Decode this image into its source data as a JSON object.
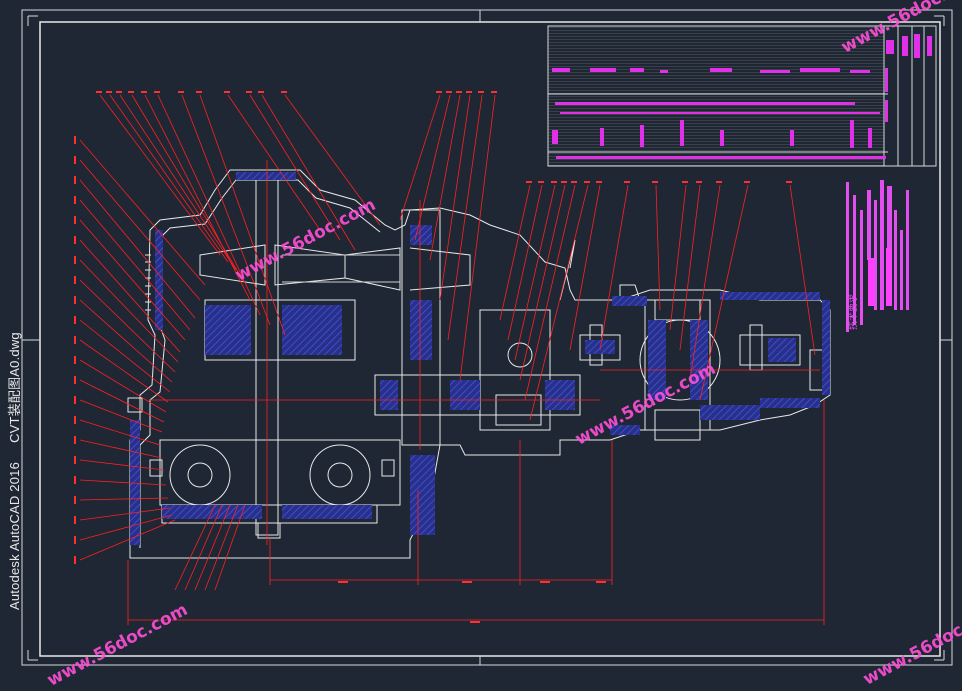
{
  "caption": {
    "app_name": "Autodesk AutoCAD 2016",
    "file_name": "CVT装配图A0.dwg"
  },
  "watermark": {
    "text": "www.56doc.com"
  },
  "tech_requirements": {
    "title": "技术要求"
  },
  "colors": {
    "background": "#1e2733",
    "frame": "#d8d8d8",
    "drawing": "#e8e8e8",
    "leader": "#ff2020",
    "hatch": "#3a3ab8",
    "accent": "#ff40ff"
  }
}
